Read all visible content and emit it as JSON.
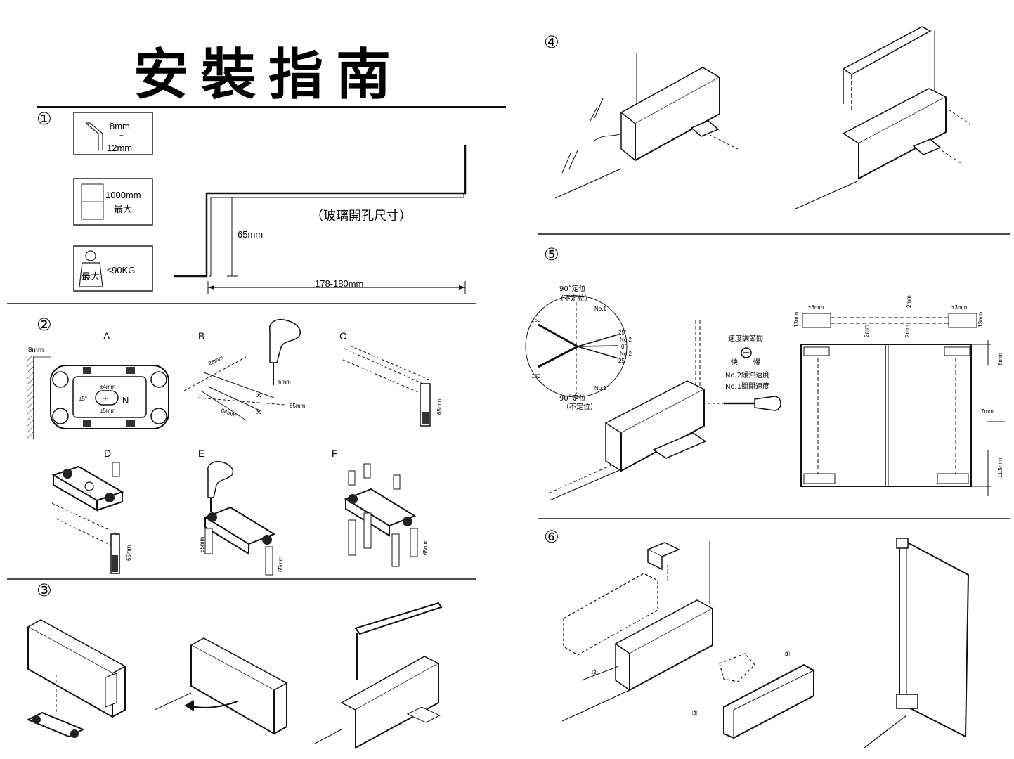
{
  "title": "安裝指南",
  "steps": {
    "s1": "①",
    "s2": "②",
    "s3": "③",
    "s4": "④",
    "s5": "⑤",
    "s6": "⑥"
  },
  "step1": {
    "thickness_min": "8mm",
    "thickness_sep": "~",
    "thickness_max": "12mm",
    "width_value": "1000mm",
    "width_note": "最大",
    "weight_note": "最大",
    "weight_value": "≤90KG",
    "depth": "65mm",
    "hole_label": "（玻璃開孔尺寸）",
    "length": "178-180mm"
  },
  "step2": {
    "A": "A",
    "B": "B",
    "C": "C",
    "D": "D",
    "E": "E",
    "F": "F",
    "wall_gap": "8mm",
    "a_dim1": "±4mm",
    "a_dim2": "±5°",
    "a_dim3": "±5mm",
    "a_n": "N",
    "b_dim1": "28mm",
    "b_dim2": "84mm",
    "b_dim3": "6mm",
    "b_dim4": "65mm",
    "c_dim": "65mm",
    "d_dim": "65mm",
    "e_dim1": "65mm",
    "e_dim2": "65mm",
    "f_dim": "65mm"
  },
  "step5": {
    "pos_top": "90˚定位",
    "pos_top2": "（不定位）",
    "pos_bottom": "90˚定位",
    "pos_bottom2": "（不定位）",
    "no1_top": "No.1",
    "no1_bottom": "No.1",
    "a25_top": "25˚",
    "no2_top": "No.2",
    "a0": "0˚",
    "no2_bottom": "No.2",
    "a25_bottom": "25˚",
    "a150_top": "150",
    "a150_bottom": "150",
    "speed_title": "速度調節閥",
    "fast": "快",
    "slow": "慢",
    "speed_no2": "No.2緩沖速度",
    "speed_no1": "No.1關閉速度",
    "top_dim_l": "±3mm",
    "top_dim_r": "±3mm",
    "side_dim_l": "13mm",
    "side_dim_r": "13mm",
    "gap_l": "2mm",
    "gap_r": "2mm",
    "gap_top": "2mm",
    "door_dim1": "8mm",
    "door_dim2": "7mm",
    "door_dim3": "11.5mm"
  },
  "step6": {
    "c1": "①",
    "c2": "②",
    "c3": "③"
  }
}
